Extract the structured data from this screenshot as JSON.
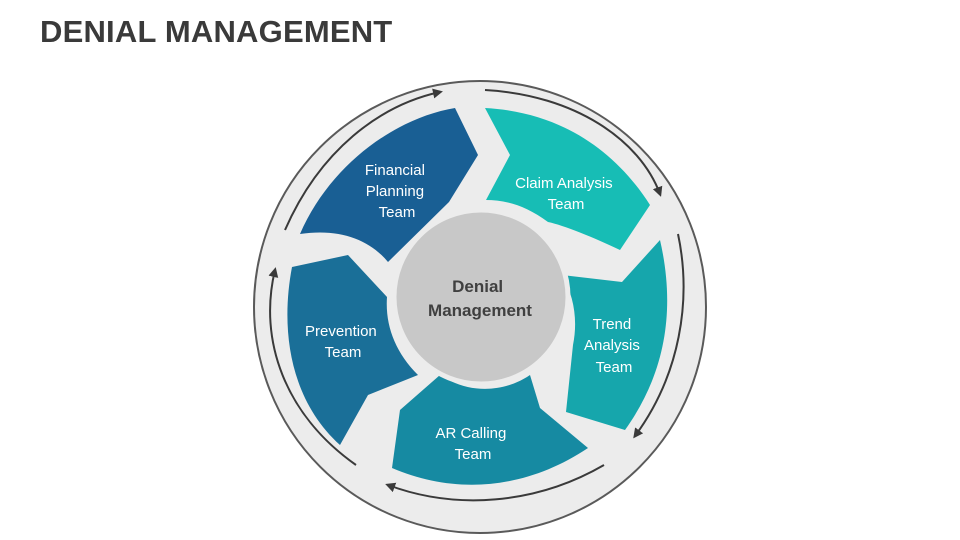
{
  "title": "DENIAL MANAGEMENT",
  "center": {
    "line1": "Denial",
    "line2": "Management"
  },
  "segments": {
    "financial": {
      "line1": "Financial",
      "line2": "Planning",
      "line3": "Team",
      "color": "#195f94"
    },
    "claim": {
      "line1": "Claim Analysis",
      "line2": "Team",
      "color": "#17bdb5"
    },
    "trend": {
      "line1": "Trend",
      "line2": "Analysis",
      "line3": "Team",
      "color": "#16a6ac"
    },
    "ar": {
      "line1": "AR Calling",
      "line2": "Team",
      "color": "#168aa2"
    },
    "prevention": {
      "line1": "Prevention",
      "line2": "Team",
      "color": "#1a6f98"
    }
  },
  "colors": {
    "outer_ring": "#ececec",
    "ring_border": "#5a5a5a",
    "center_fill": "#c8c8c8",
    "arrow": "#3a3a3a"
  }
}
